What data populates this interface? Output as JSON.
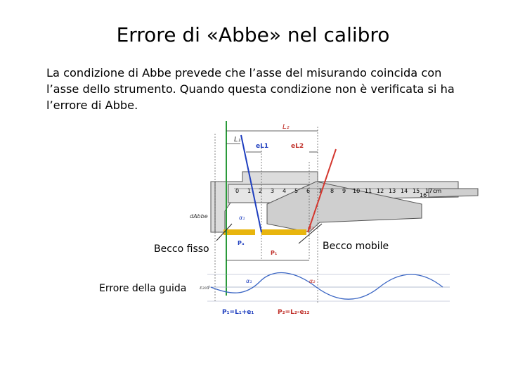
{
  "title": "Errore di «Abbe» nel calibro",
  "body": " La condizione di Abbe prevede che l’asse del misurando coincida con l’asse dello strumento. Quando questa condizione non è verificata si ha l’errore di Abbe.",
  "labels": {
    "fixed_jaw": "Becco fisso",
    "moving_jaw": "Becco mobile",
    "guide_error": "Errore della guida"
  },
  "diagram": {
    "L1": "L₁",
    "L2": "L₂",
    "eL1": "eL1",
    "eL2": "eL2",
    "alpha1": "α₁",
    "alpha2": "α₂",
    "d_abbe": "dAbbe",
    "P_a": "Pₐ",
    "P1": "P₁",
    "e_aod": "ε₂₀d",
    "eq1": "P₁=L₁+e₁",
    "eq2": "P₂=L₂-e₁₂",
    "scale_numbers": [
      "0",
      "1",
      "2",
      "3",
      "4",
      "5",
      "6",
      "7",
      "8",
      "9",
      "10",
      "11",
      "12",
      "13",
      "14",
      "15",
      "16",
      "17"
    ],
    "unit": "cm"
  },
  "colors": {
    "green_axis": "#2a9a3a",
    "blue_mark": "#1f3fbf",
    "red_mark": "#d4382f",
    "gold_bar": "#e8b50e",
    "curve_blue": "#3b66c4",
    "grid_gray": "#9aa6c0"
  }
}
